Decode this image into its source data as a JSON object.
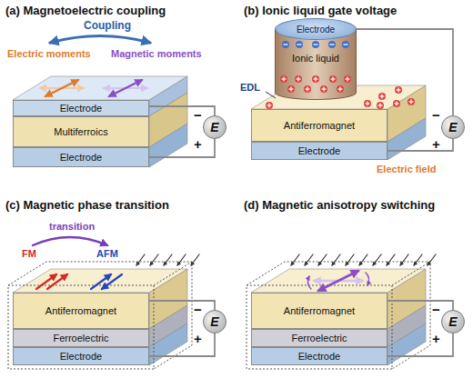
{
  "diagram": {
    "nodes": [
      {
        "text": [
          "Electrode"
        ]
      },
      {
        "text": [
          "Multiferroics"
        ]
      },
      {
        "text": [
          "Electrode"
        ]
      },
      {
        "text": [
          "E"
        ]
      },
      {
        "text": [
          "Electrode"
        ]
      },
      {
        "text": [
          "Ionic liquid"
        ]
      },
      {
        "text": [
          "Antiferromagnet"
        ]
      },
      {
        "text": [
          "Electrode"
        ]
      },
      {
        "text": [
          "E"
        ]
      },
      {
        "text": [
          "Antiferromagnet"
        ]
      },
      {
        "text": [
          "Ferroelectric"
        ]
      },
      {
        "text": [
          "Electrode"
        ]
      },
      {
        "text": [
          "E"
        ]
      },
      {
        "text": [
          "Antiferromagnet"
        ]
      },
      {
        "text": [
          "Ferroelectric"
        ]
      },
      {
        "text": [
          "Electrode"
        ]
      },
      {
        "text": [
          "E"
        ]
      }
    ],
    "edges": [
      {
        "from": 3,
        "to": 0,
        "arrow": "none"
      },
      {
        "from": 3,
        "to": 2,
        "arrow": "none"
      },
      {
        "from": 8,
        "to": 4,
        "arrow": "none"
      },
      {
        "from": 8,
        "to": 7,
        "arrow": "none"
      },
      {
        "from": 12,
        "to": 9,
        "arrow": "none"
      },
      {
        "from": 12,
        "to": 11,
        "arrow": "none"
      },
      {
        "from": 16,
        "to": 13,
        "arrow": "none"
      },
      {
        "from": 16,
        "to": 15,
        "arrow": "none"
      }
    ],
    "labels": [
      "(a) Magnetoelectric coupling",
      "Coupling",
      "Electric moments",
      "Magnetic moments",
      "−",
      "+",
      "(b) Ionic liquid gate voltage",
      "EDL",
      "Electric field",
      "−",
      "+",
      "(c) Magnetic phase transition",
      "transition",
      "FM",
      "AFM",
      "−",
      "+",
      "(d) Magnetic anisotropy switching",
      "−",
      "+"
    ]
  }
}
